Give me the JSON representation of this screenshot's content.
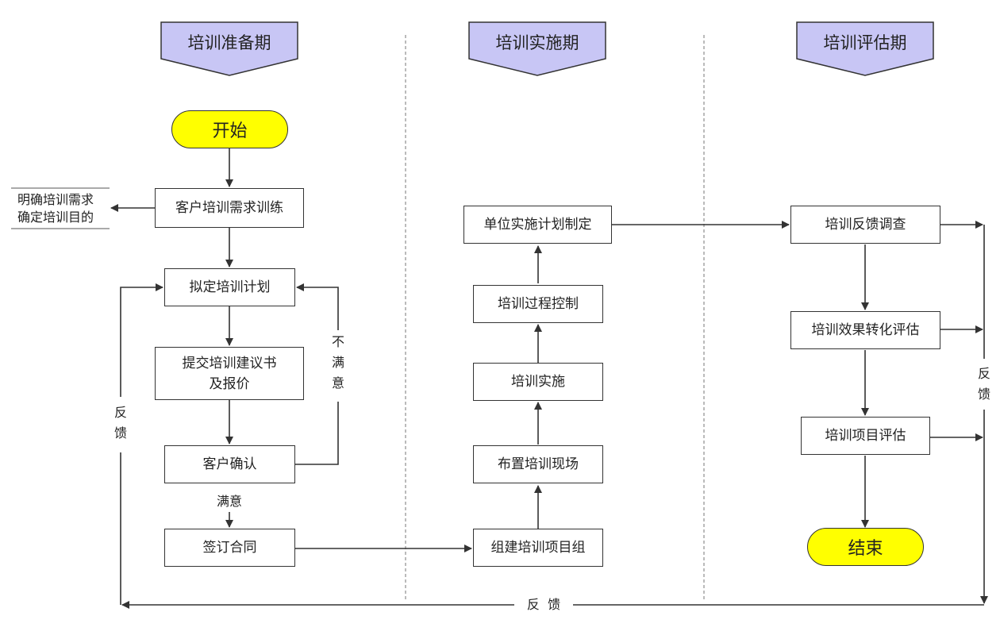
{
  "phases": {
    "prepare": "培训准备期",
    "implement": "培训实施期",
    "evaluate": "培训评估期"
  },
  "colors": {
    "header_fill": "#c8c6f5",
    "terminal_fill": "#ffff00",
    "line": "#333333"
  },
  "nodes": {
    "start": "开始",
    "client_needs": "客户培训需求训练",
    "side_note": "明确培训需求\n确定培训目的",
    "plan": "拟定培训计划",
    "proposal": "提交培训建议书\n及报价",
    "client_confirm": "客户确认",
    "sign_contract": "签订合同",
    "form_team": "组建培训项目组",
    "setup_site": "布置培训现场",
    "training_impl": "培训实施",
    "process_control": "培训过程控制",
    "unit_plan": "单位实施计划制定",
    "feedback_survey": "培训反馈调查",
    "effect_eval": "培训效果转化评估",
    "project_eval": "培训项目评估",
    "end": "结束"
  },
  "edge_labels": {
    "unsatisfied": "不\n满\n意",
    "satisfied": "满意",
    "feedback_left": "反\n馈",
    "feedback_right": "反\n馈",
    "feedback_bottom": "反  馈"
  }
}
